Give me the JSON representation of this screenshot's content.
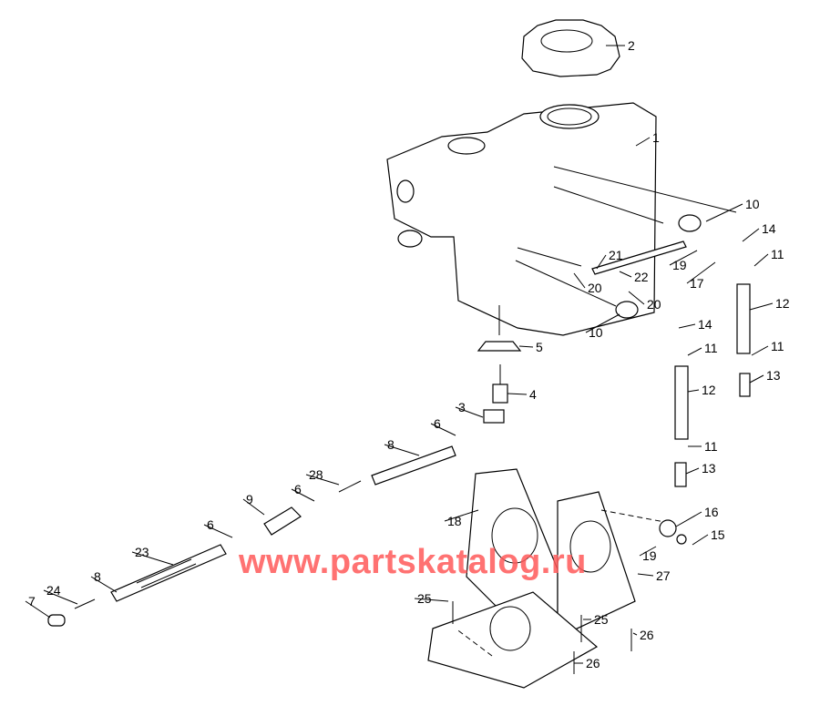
{
  "callouts": [
    "1",
    "2",
    "10",
    "14",
    "11",
    "21",
    "19",
    "17",
    "22",
    "20",
    "20",
    "12",
    "10",
    "14",
    "5",
    "11",
    "11",
    "13",
    "4",
    "12",
    "3",
    "6",
    "8",
    "11",
    "28",
    "13",
    "6",
    "9",
    "18",
    "16",
    "6",
    "15",
    "23",
    "19",
    "27",
    "8",
    "24",
    "25",
    "7",
    "25",
    "26",
    "26"
  ],
  "watermark": "www.partskatalog.ru",
  "colors": {
    "watermark": "#ff5a5a",
    "lines": "#000000"
  }
}
